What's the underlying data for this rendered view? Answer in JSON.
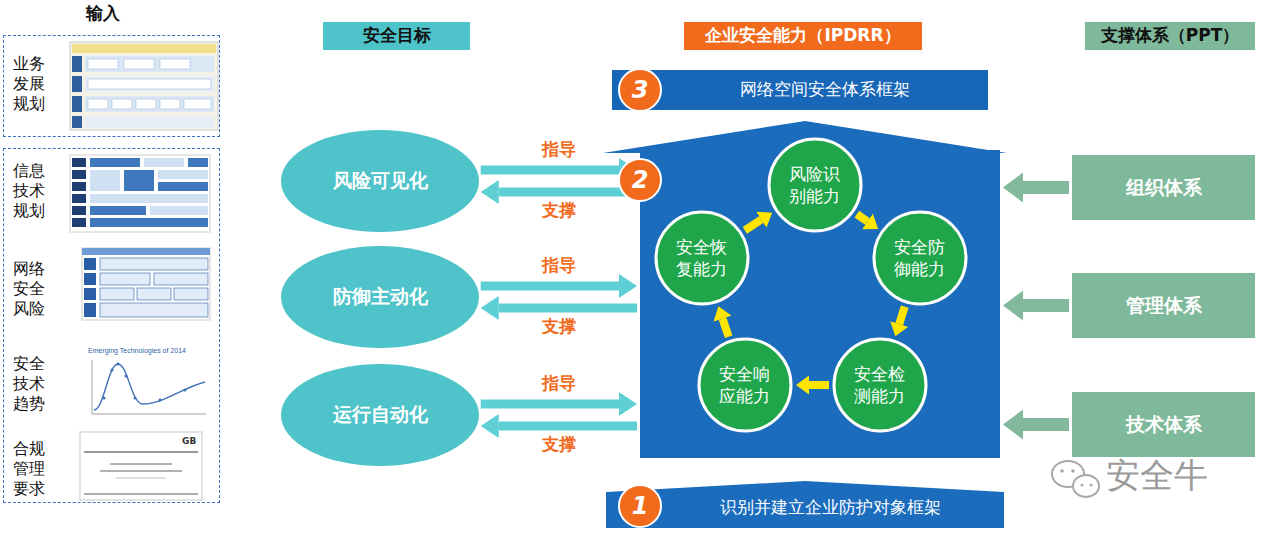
{
  "diagram": {
    "nodes": [
      {
        "text": [
          "业务发展规划"
        ]
      },
      {
        "text": [
          "信息技术规划",
          "网络安全风险",
          "安全技术趋势",
          "合规管理要求"
        ]
      },
      {
        "text": [
          "安全目标"
        ]
      },
      {
        "text": [
          "企业安全能力（IPDRR）"
        ]
      },
      {
        "text": [
          "支撑体系（PPT）"
        ]
      },
      {
        "text": [
          "风险可见化"
        ]
      },
      {
        "text": [
          "防御主动化"
        ]
      },
      {
        "text": [
          "运行自动化"
        ]
      },
      {
        "text": [
          "3",
          "网络空间安全体系框架"
        ]
      },
      {
        "text": [
          "2"
        ]
      },
      {
        "text": [
          "风险识别能力"
        ],
        "in": 9
      },
      {
        "text": [
          "安全防御能力"
        ],
        "in": 9
      },
      {
        "text": [
          "安全检测能力"
        ],
        "in": 9
      },
      {
        "text": [
          "安全响应能力"
        ],
        "in": 9
      },
      {
        "text": [
          "安全恢复能力"
        ],
        "in": 9
      },
      {
        "text": [
          "1",
          "识别并建立企业防护对象框架"
        ]
      },
      {
        "text": [
          "组织体系"
        ]
      },
      {
        "text": [
          "管理体系"
        ]
      },
      {
        "text": [
          "技术体系"
        ]
      }
    ],
    "edges": [
      {
        "from": 5,
        "to": 9,
        "arrow": "to",
        "label": "指导"
      },
      {
        "from": 9,
        "to": 5,
        "arrow": "to",
        "label": "支撑"
      },
      {
        "from": 6,
        "to": 9,
        "arrow": "to",
        "label": "指导"
      },
      {
        "from": 9,
        "to": 6,
        "arrow": "to",
        "label": "支撑"
      },
      {
        "from": 7,
        "to": 9,
        "arrow": "to",
        "label": "指导"
      },
      {
        "from": 9,
        "to": 7,
        "arrow": "to",
        "label": "支撑"
      },
      {
        "from": 10,
        "to": 11,
        "arrow": "to"
      },
      {
        "from": 11,
        "to": 12,
        "arrow": "to"
      },
      {
        "from": 12,
        "to": 13,
        "arrow": "to"
      },
      {
        "from": 13,
        "to": 14,
        "arrow": "to"
      },
      {
        "from": 14,
        "to": 10,
        "arrow": "to"
      },
      {
        "from": 16,
        "to": 9,
        "arrow": "to"
      },
      {
        "from": 17,
        "to": 9,
        "arrow": "to"
      },
      {
        "from": 18,
        "to": 9,
        "arrow": "to"
      }
    ],
    "labels": [
      "输入",
      "Emerging Technologies of 2014",
      "GB",
      "安全牛"
    ]
  }
}
